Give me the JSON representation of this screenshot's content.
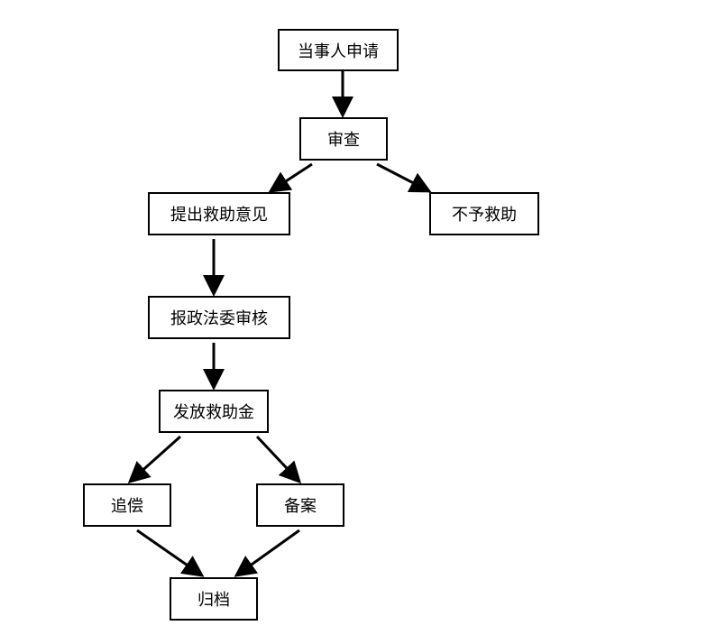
{
  "flowchart": {
    "nodes": {
      "apply": "当事人申请",
      "review": "审查",
      "propose": "提出救助意见",
      "deny": "不予救助",
      "legal_review": "报政法委审核",
      "pay": "发放救助金",
      "recover": "追偿",
      "file": "备案",
      "archive": "归档"
    },
    "edges": [
      [
        "apply",
        "review"
      ],
      [
        "review",
        "propose"
      ],
      [
        "review",
        "deny"
      ],
      [
        "propose",
        "legal_review"
      ],
      [
        "legal_review",
        "pay"
      ],
      [
        "pay",
        "recover"
      ],
      [
        "pay",
        "file"
      ],
      [
        "recover",
        "archive"
      ],
      [
        "file",
        "archive"
      ]
    ],
    "colors": {
      "line": "#000000",
      "box_border": "#000000",
      "background": "#ffffff"
    }
  }
}
